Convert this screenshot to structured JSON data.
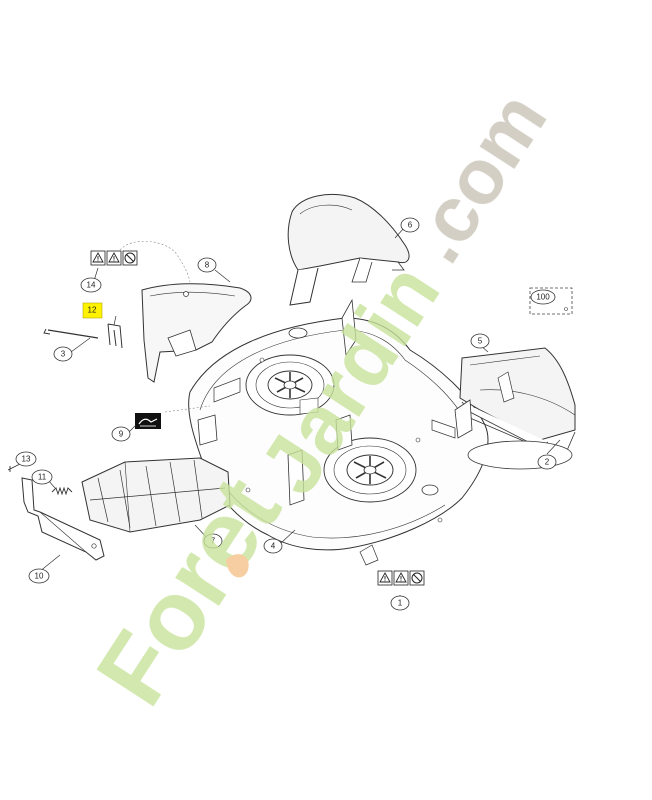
{
  "watermark": {
    "part1": "Foret",
    "part2": "Jardin",
    "part3": ".com",
    "colors": {
      "green": "#c7e39a",
      "orange": "#f6c28b",
      "grey": "#c9c3b6"
    }
  },
  "callouts": [
    {
      "id": "1",
      "label": "1"
    },
    {
      "id": "2",
      "label": "2"
    },
    {
      "id": "3",
      "label": "3"
    },
    {
      "id": "4",
      "label": "4"
    },
    {
      "id": "5",
      "label": "5"
    },
    {
      "id": "6",
      "label": "6"
    },
    {
      "id": "7",
      "label": "7"
    },
    {
      "id": "8",
      "label": "8"
    },
    {
      "id": "9",
      "label": "9"
    },
    {
      "id": "10",
      "label": "10"
    },
    {
      "id": "11",
      "label": "11"
    },
    {
      "id": "13",
      "label": "13"
    },
    {
      "id": "14",
      "label": "14"
    },
    {
      "id": "100",
      "label": "100"
    }
  ],
  "highlight": {
    "label": "12",
    "color": "#fff200"
  },
  "warning_icons": [
    "warning-icon",
    "warning-icon",
    "prohibition-icon"
  ]
}
